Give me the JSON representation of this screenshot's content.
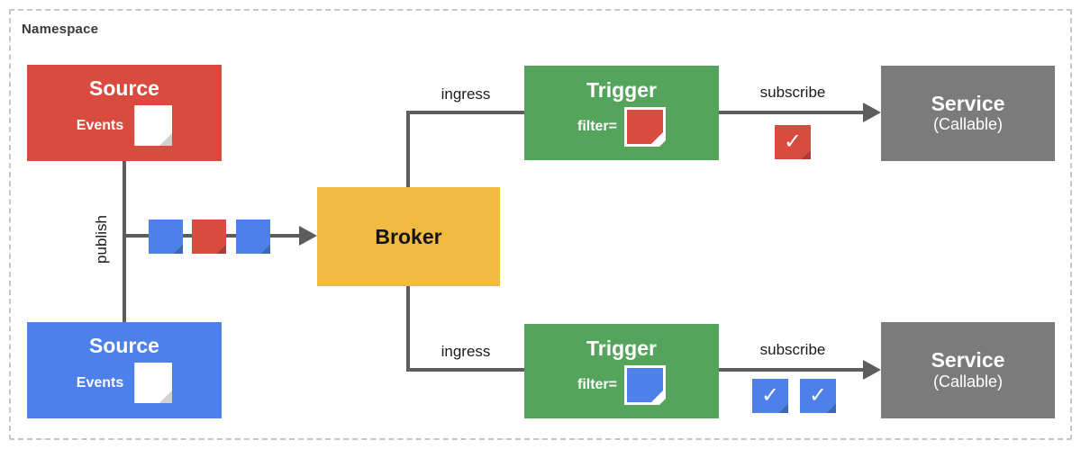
{
  "namespace_label": "Namespace",
  "colors": {
    "red": "#D84B3E",
    "blue": "#4D80E8",
    "green": "#55A45C",
    "yellow": "#F1BB41",
    "gray": "#7B7B7B",
    "white": "#FFFFFF",
    "line": "#5C5D5F"
  },
  "sources": [
    {
      "title": "Source",
      "events_label": "Events",
      "color": "red",
      "icon": "events-document-icon",
      "icon_color": "white"
    },
    {
      "title": "Source",
      "events_label": "Events",
      "color": "blue",
      "icon": "events-document-icon",
      "icon_color": "white"
    }
  ],
  "broker": {
    "title": "Broker",
    "color": "yellow"
  },
  "triggers": [
    {
      "title": "Trigger",
      "filter_label": "filter=",
      "color": "green",
      "filter_color": "red",
      "icon": "filter-document-icon"
    },
    {
      "title": "Trigger",
      "filter_label": "filter=",
      "color": "green",
      "filter_color": "blue",
      "icon": "filter-document-icon"
    }
  ],
  "services": [
    {
      "title": "Service",
      "subtitle": "(Callable)",
      "color": "gray"
    },
    {
      "title": "Service",
      "subtitle": "(Callable)",
      "color": "gray"
    }
  ],
  "labels": {
    "publish": "publish",
    "ingress_top": "ingress",
    "ingress_bottom": "ingress",
    "subscribe_top": "subscribe",
    "subscribe_bottom": "subscribe"
  },
  "event_stream": [
    {
      "icon": "event-document-icon",
      "color": "blue"
    },
    {
      "icon": "event-document-icon",
      "color": "red"
    },
    {
      "icon": "event-document-icon",
      "color": "blue"
    }
  ],
  "delivered_events": {
    "top": [
      {
        "icon": "checked-event-icon",
        "color": "red",
        "check": "✓"
      }
    ],
    "bottom": [
      {
        "icon": "checked-event-icon",
        "color": "blue",
        "check": "✓"
      },
      {
        "icon": "checked-event-icon",
        "color": "blue",
        "check": "✓"
      }
    ]
  }
}
